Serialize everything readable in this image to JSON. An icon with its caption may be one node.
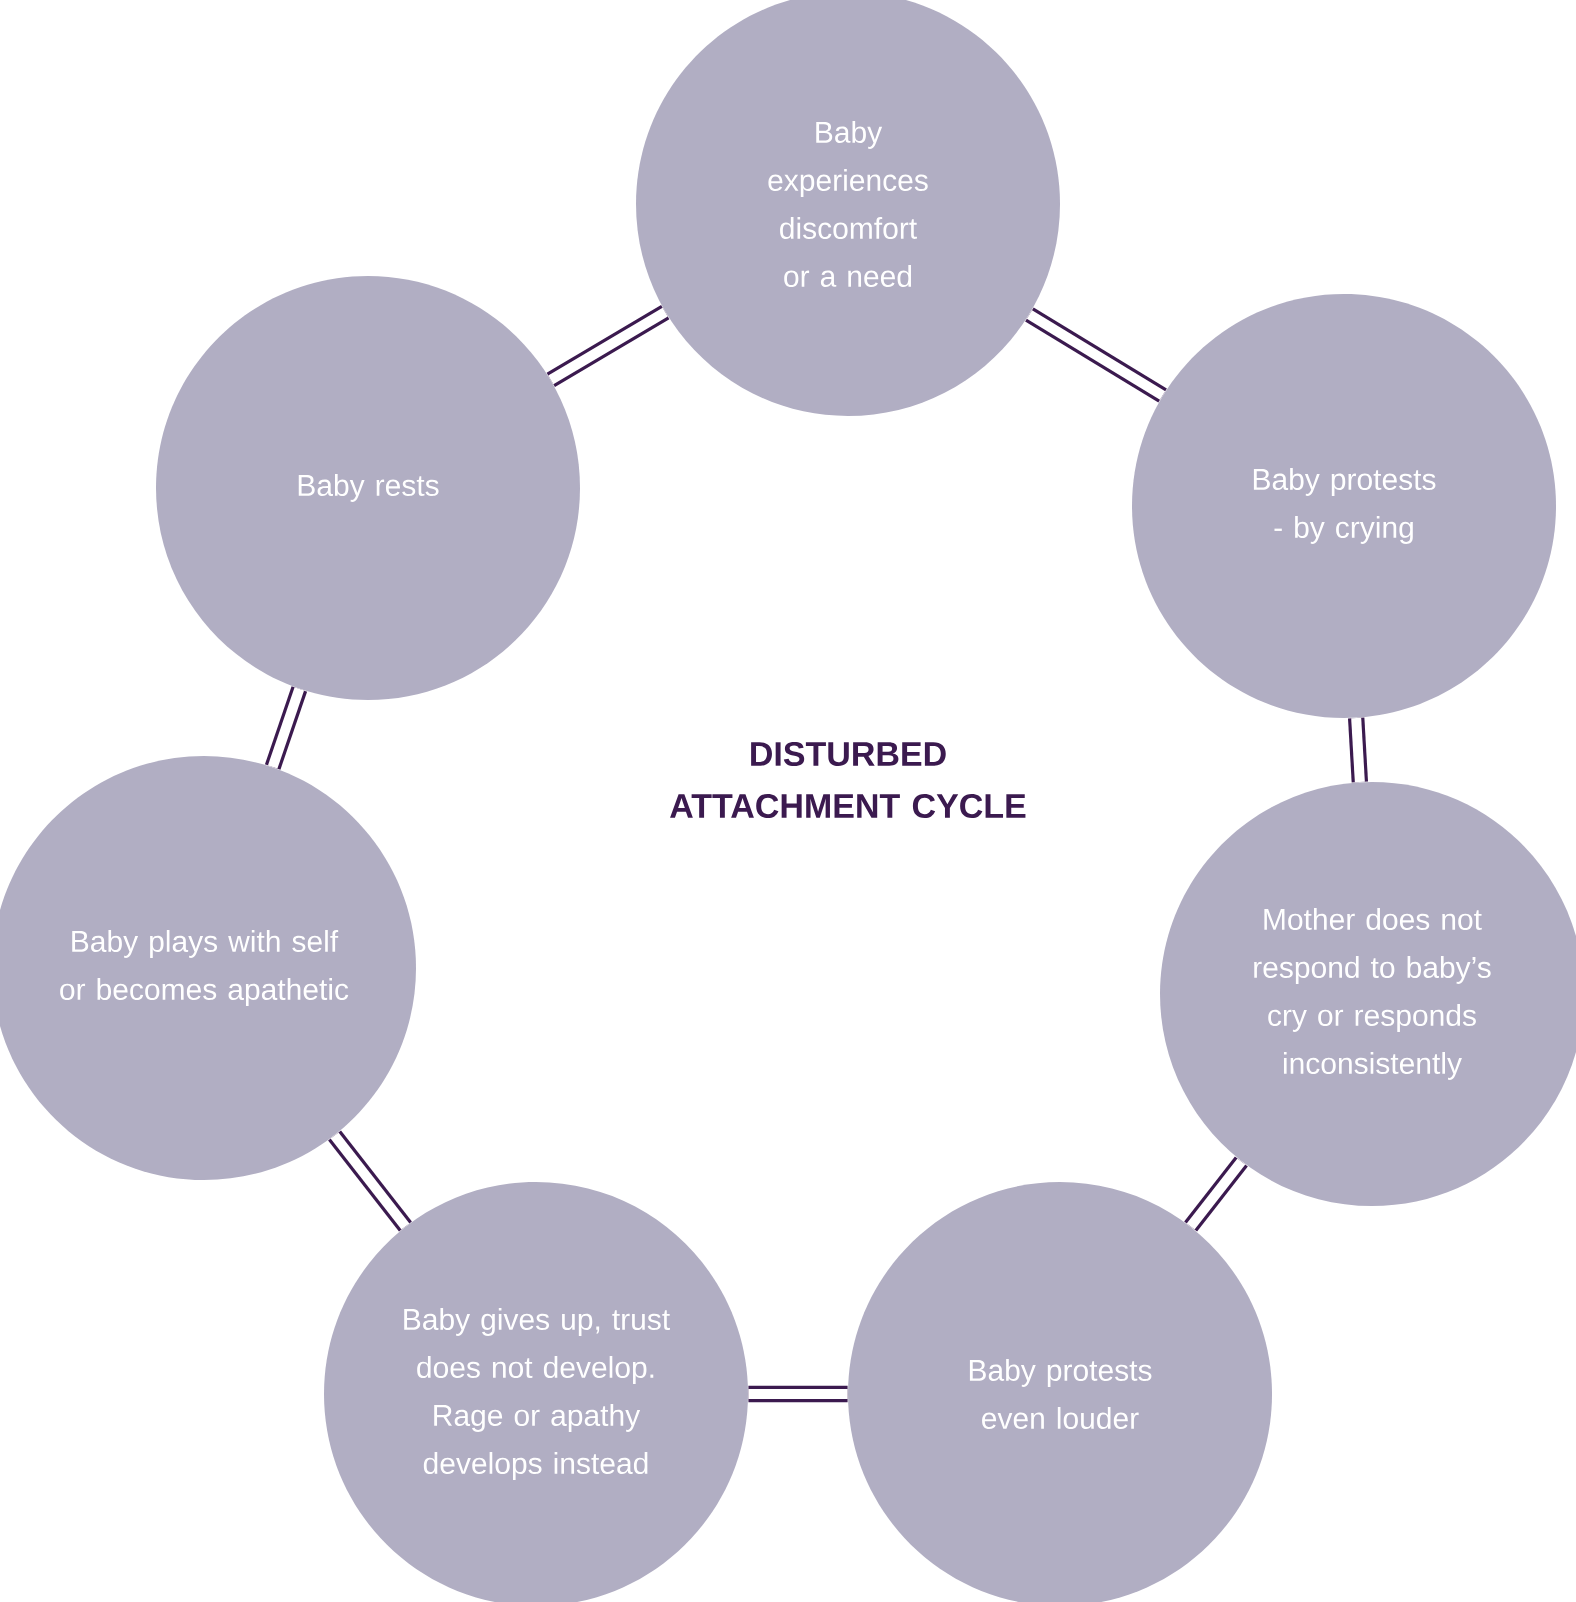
{
  "diagram": {
    "title": "DISTURBED ATTACHMENT CYCLE",
    "nodes": [
      {
        "text": [
          "Baby experiences discomfort or a need"
        ]
      },
      {
        "text": [
          "Baby protests - by crying"
        ]
      },
      {
        "text": [
          "Mother does not respond to baby’s cry or responds inconsistently"
        ]
      },
      {
        "text": [
          "Baby protests even louder"
        ]
      },
      {
        "text": [
          "Baby gives up, trust does not develop. Rage or apathy develops instead"
        ]
      },
      {
        "text": [
          "Baby plays with self or becomes apathetic"
        ]
      },
      {
        "text": [
          "Baby rests"
        ]
      }
    ],
    "edges": [
      {
        "from": 0,
        "to": 1,
        "arrow": "none"
      },
      {
        "from": 1,
        "to": 2,
        "arrow": "none"
      },
      {
        "from": 2,
        "to": 3,
        "arrow": "none"
      },
      {
        "from": 3,
        "to": 4,
        "arrow": "none"
      },
      {
        "from": 4,
        "to": 5,
        "arrow": "none"
      },
      {
        "from": 5,
        "to": 6,
        "arrow": "none"
      },
      {
        "from": 6,
        "to": 0,
        "arrow": "none"
      }
    ]
  }
}
